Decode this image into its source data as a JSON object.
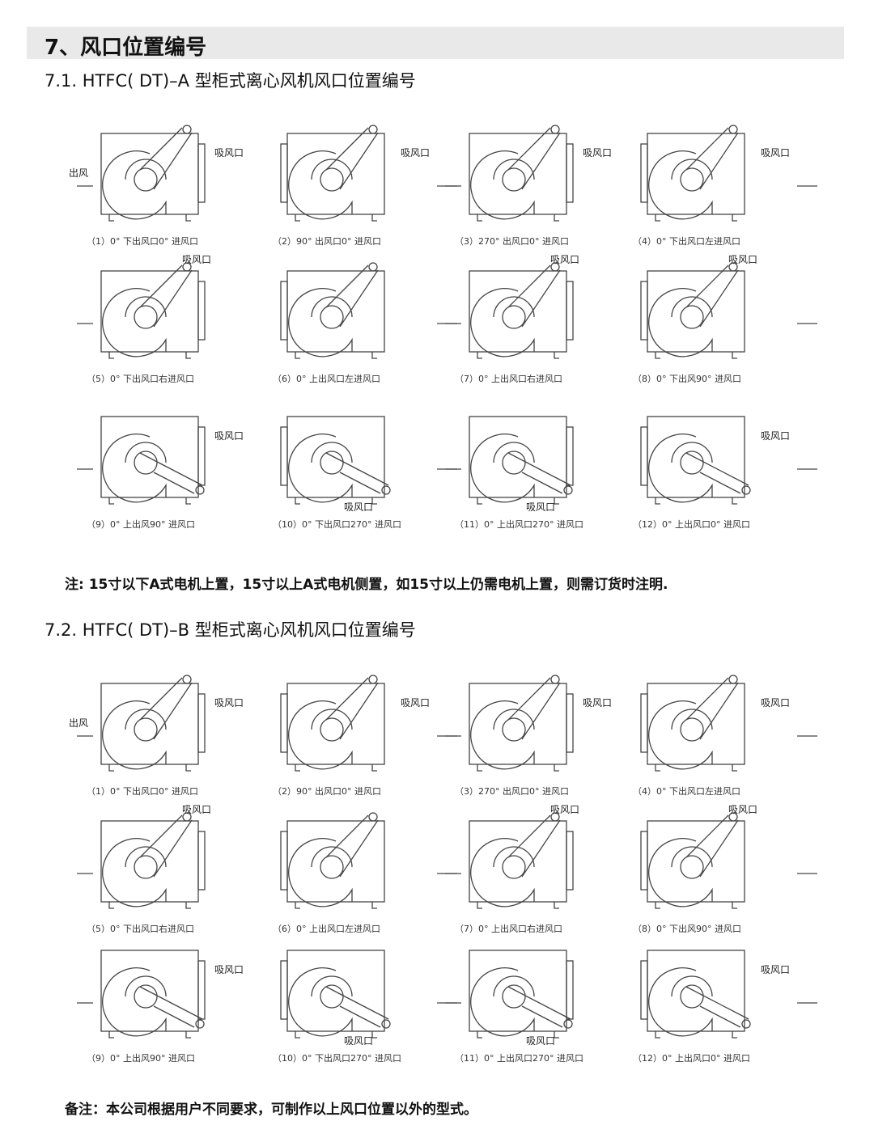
{
  "title": "7、风口位置编号",
  "sectionA": {
    "title": "7.1. HTFC( DT)–A 型柜式离心风机风口位置编号",
    "items": [
      {
        "caption": "（1）0° 下出风口0° 进风口",
        "labels": [
          "出风",
          "吸风口"
        ]
      },
      {
        "caption": "（2）90° 出风口0° 进风口",
        "labels": [
          "吸风口"
        ]
      },
      {
        "caption": "（3）270° 出风口0° 进风口",
        "labels": [
          "吸风口"
        ]
      },
      {
        "caption": "（4）0° 下出风口左进风口",
        "labels": [
          "吸风口"
        ]
      },
      {
        "caption": "（5）0° 下出风口右进风口",
        "labels": [
          "吸风口"
        ]
      },
      {
        "caption": "（6）0° 上出风口左进风口",
        "labels": []
      },
      {
        "caption": "（7）0° 上出风口右进风口",
        "labels": [
          "吸风口"
        ]
      },
      {
        "caption": "（8）0° 下出风90° 进风口",
        "labels": [
          "吸风口"
        ]
      },
      {
        "caption": "（9）0° 上出风90° 进风口",
        "labels": [
          "吸风口"
        ]
      },
      {
        "caption": "（10）0° 下出风口270° 进风口",
        "labels": [
          "吸风口"
        ]
      },
      {
        "caption": "（11）0° 上出风口270° 进风口",
        "labels": [
          "吸风口"
        ]
      },
      {
        "caption": "（12）0° 上出风口0° 进风口",
        "labels": [
          "吸风口"
        ]
      }
    ],
    "note": "注: 15寸以下A式电机上置，15寸以上A式电机侧置，如15寸以上仍需电机上置，则需订货时注明."
  },
  "sectionB": {
    "title": "7.2. HTFC( DT)–B 型柜式离心风机风口位置编号",
    "items": [
      {
        "caption": "（1）0° 下出风口0° 进风口",
        "labels": [
          "出风",
          "吸风口"
        ]
      },
      {
        "caption": "（2）90° 出风口0° 进风口",
        "labels": [
          "吸风口"
        ]
      },
      {
        "caption": "（3）270° 出风口0° 进风口",
        "labels": [
          "吸风口"
        ]
      },
      {
        "caption": "（4）0° 下出风口左进风口",
        "labels": [
          "吸风口"
        ]
      },
      {
        "caption": "（5）0° 下出风口右进风口",
        "labels": [
          "吸风口"
        ]
      },
      {
        "caption": "（6）0° 上出风口左进风口",
        "labels": []
      },
      {
        "caption": "（7）0° 上出风口右进风口",
        "labels": [
          "吸风口"
        ]
      },
      {
        "caption": "（8）0° 下出风90° 进风口",
        "labels": [
          "吸风口"
        ]
      },
      {
        "caption": "（9）0° 上出风90° 进风口",
        "labels": [
          "吸风口"
        ]
      },
      {
        "caption": "（10）0° 下出风口270° 进风口",
        "labels": [
          "吸风口"
        ]
      },
      {
        "caption": "（11）0° 上出风口270° 进风口",
        "labels": [
          "吸风口"
        ]
      },
      {
        "caption": "（12）0° 上出风口0° 进风口",
        "labels": [
          "吸风口"
        ]
      }
    ],
    "note": "备注：本公司根据用户不同要求，可制作以上风口位置以外的型式。"
  }
}
